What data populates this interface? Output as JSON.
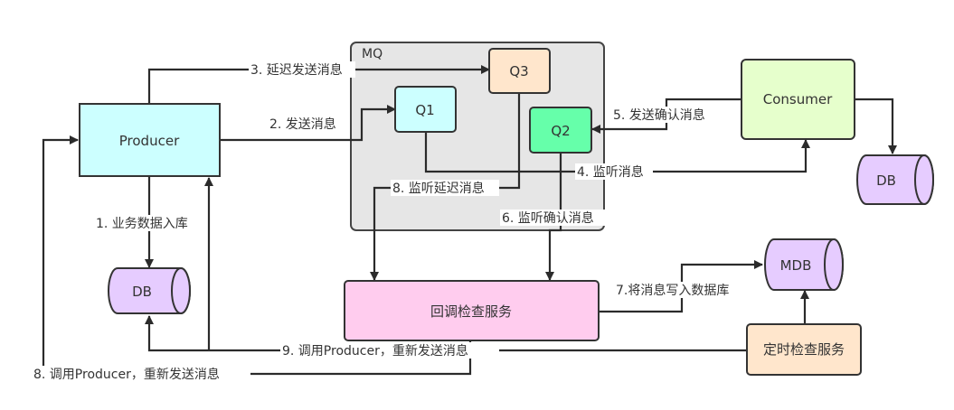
{
  "mq": {
    "label": "MQ"
  },
  "nodes": {
    "producer": {
      "label": "Producer",
      "color": "#ccffff"
    },
    "q1": {
      "label": "Q1",
      "color": "#ccffff"
    },
    "q2": {
      "label": "Q2",
      "color": "#66ffaa"
    },
    "q3": {
      "label": "Q3",
      "color": "#ffe6cc"
    },
    "consumer": {
      "label": "Consumer",
      "color": "#e6ffcc"
    },
    "db_left": {
      "label": "DB",
      "color": "#e6ccff"
    },
    "db_right": {
      "label": "DB",
      "color": "#e6ccff"
    },
    "mdb": {
      "label": "MDB",
      "color": "#e6ccff"
    },
    "callback_service": {
      "label": "回调检查服务",
      "color": "#ffccee"
    },
    "timer_service": {
      "label": "定时检查服务",
      "color": "#ffe6cc"
    }
  },
  "edges": {
    "e1": "1. 业务数据入库",
    "e2": "2. 发送消息",
    "e3": "3. 延迟发送消息",
    "e4": "4. 监听消息",
    "e5": "5. 发送确认消息",
    "e6": "6. 监听确认消息",
    "e7": "7.将消息写入数据库",
    "e8a": "8. 监听延迟消息",
    "e8b": "8. 调用Producer，重新发送消息",
    "e9": "9. 调用Producer，重新发送消息"
  }
}
